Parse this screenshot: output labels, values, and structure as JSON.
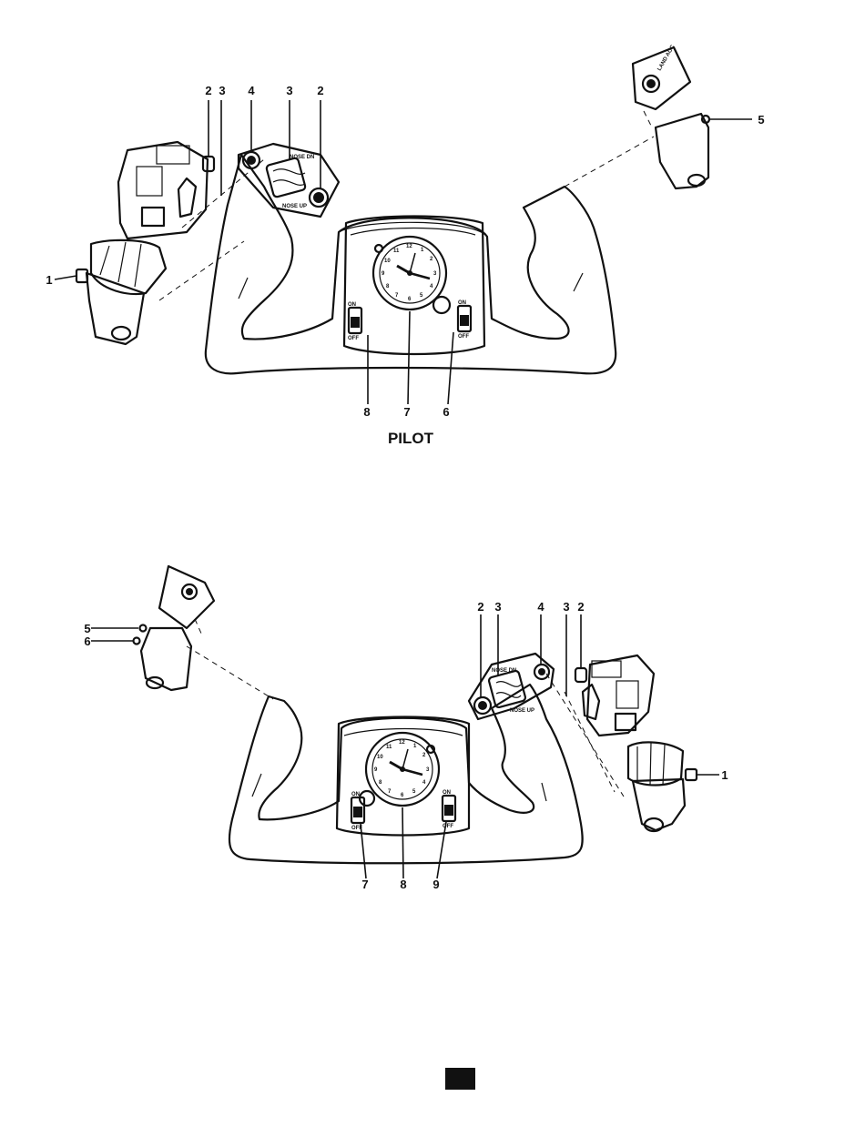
{
  "pilot": {
    "caption": "PILOT",
    "callouts": [
      "1",
      "2",
      "3",
      "4",
      "3",
      "2",
      "5",
      "8",
      "7",
      "6"
    ],
    "switch_left": {
      "on": "ON",
      "off": "OFF"
    },
    "switch_right": {
      "on": "ON",
      "off": "OFF"
    },
    "trim_panel": {
      "top": "NOSE DN",
      "bottom": "NOSE UP"
    },
    "clock_numbers": [
      "12",
      "1",
      "2",
      "3",
      "4",
      "5",
      "6",
      "7",
      "8",
      "9",
      "10",
      "11"
    ],
    "grip_button": "LAND AOC"
  },
  "copilot": {
    "callouts": [
      "5",
      "6",
      "2",
      "3",
      "4",
      "3",
      "2",
      "1",
      "7",
      "8",
      "9"
    ],
    "switch_left": {
      "on": "ON",
      "off": "OFF"
    },
    "switch_right": {
      "on": "ON",
      "off": "OFF"
    },
    "trim_panel": {
      "top": "NOSE DN",
      "bottom": "NOSE UP"
    },
    "clock_numbers": [
      "12",
      "1",
      "2",
      "3",
      "4",
      "5",
      "6",
      "7",
      "8",
      "9",
      "10",
      "11"
    ]
  },
  "colors": {
    "ink": "#111111",
    "paper": "#ffffff"
  }
}
